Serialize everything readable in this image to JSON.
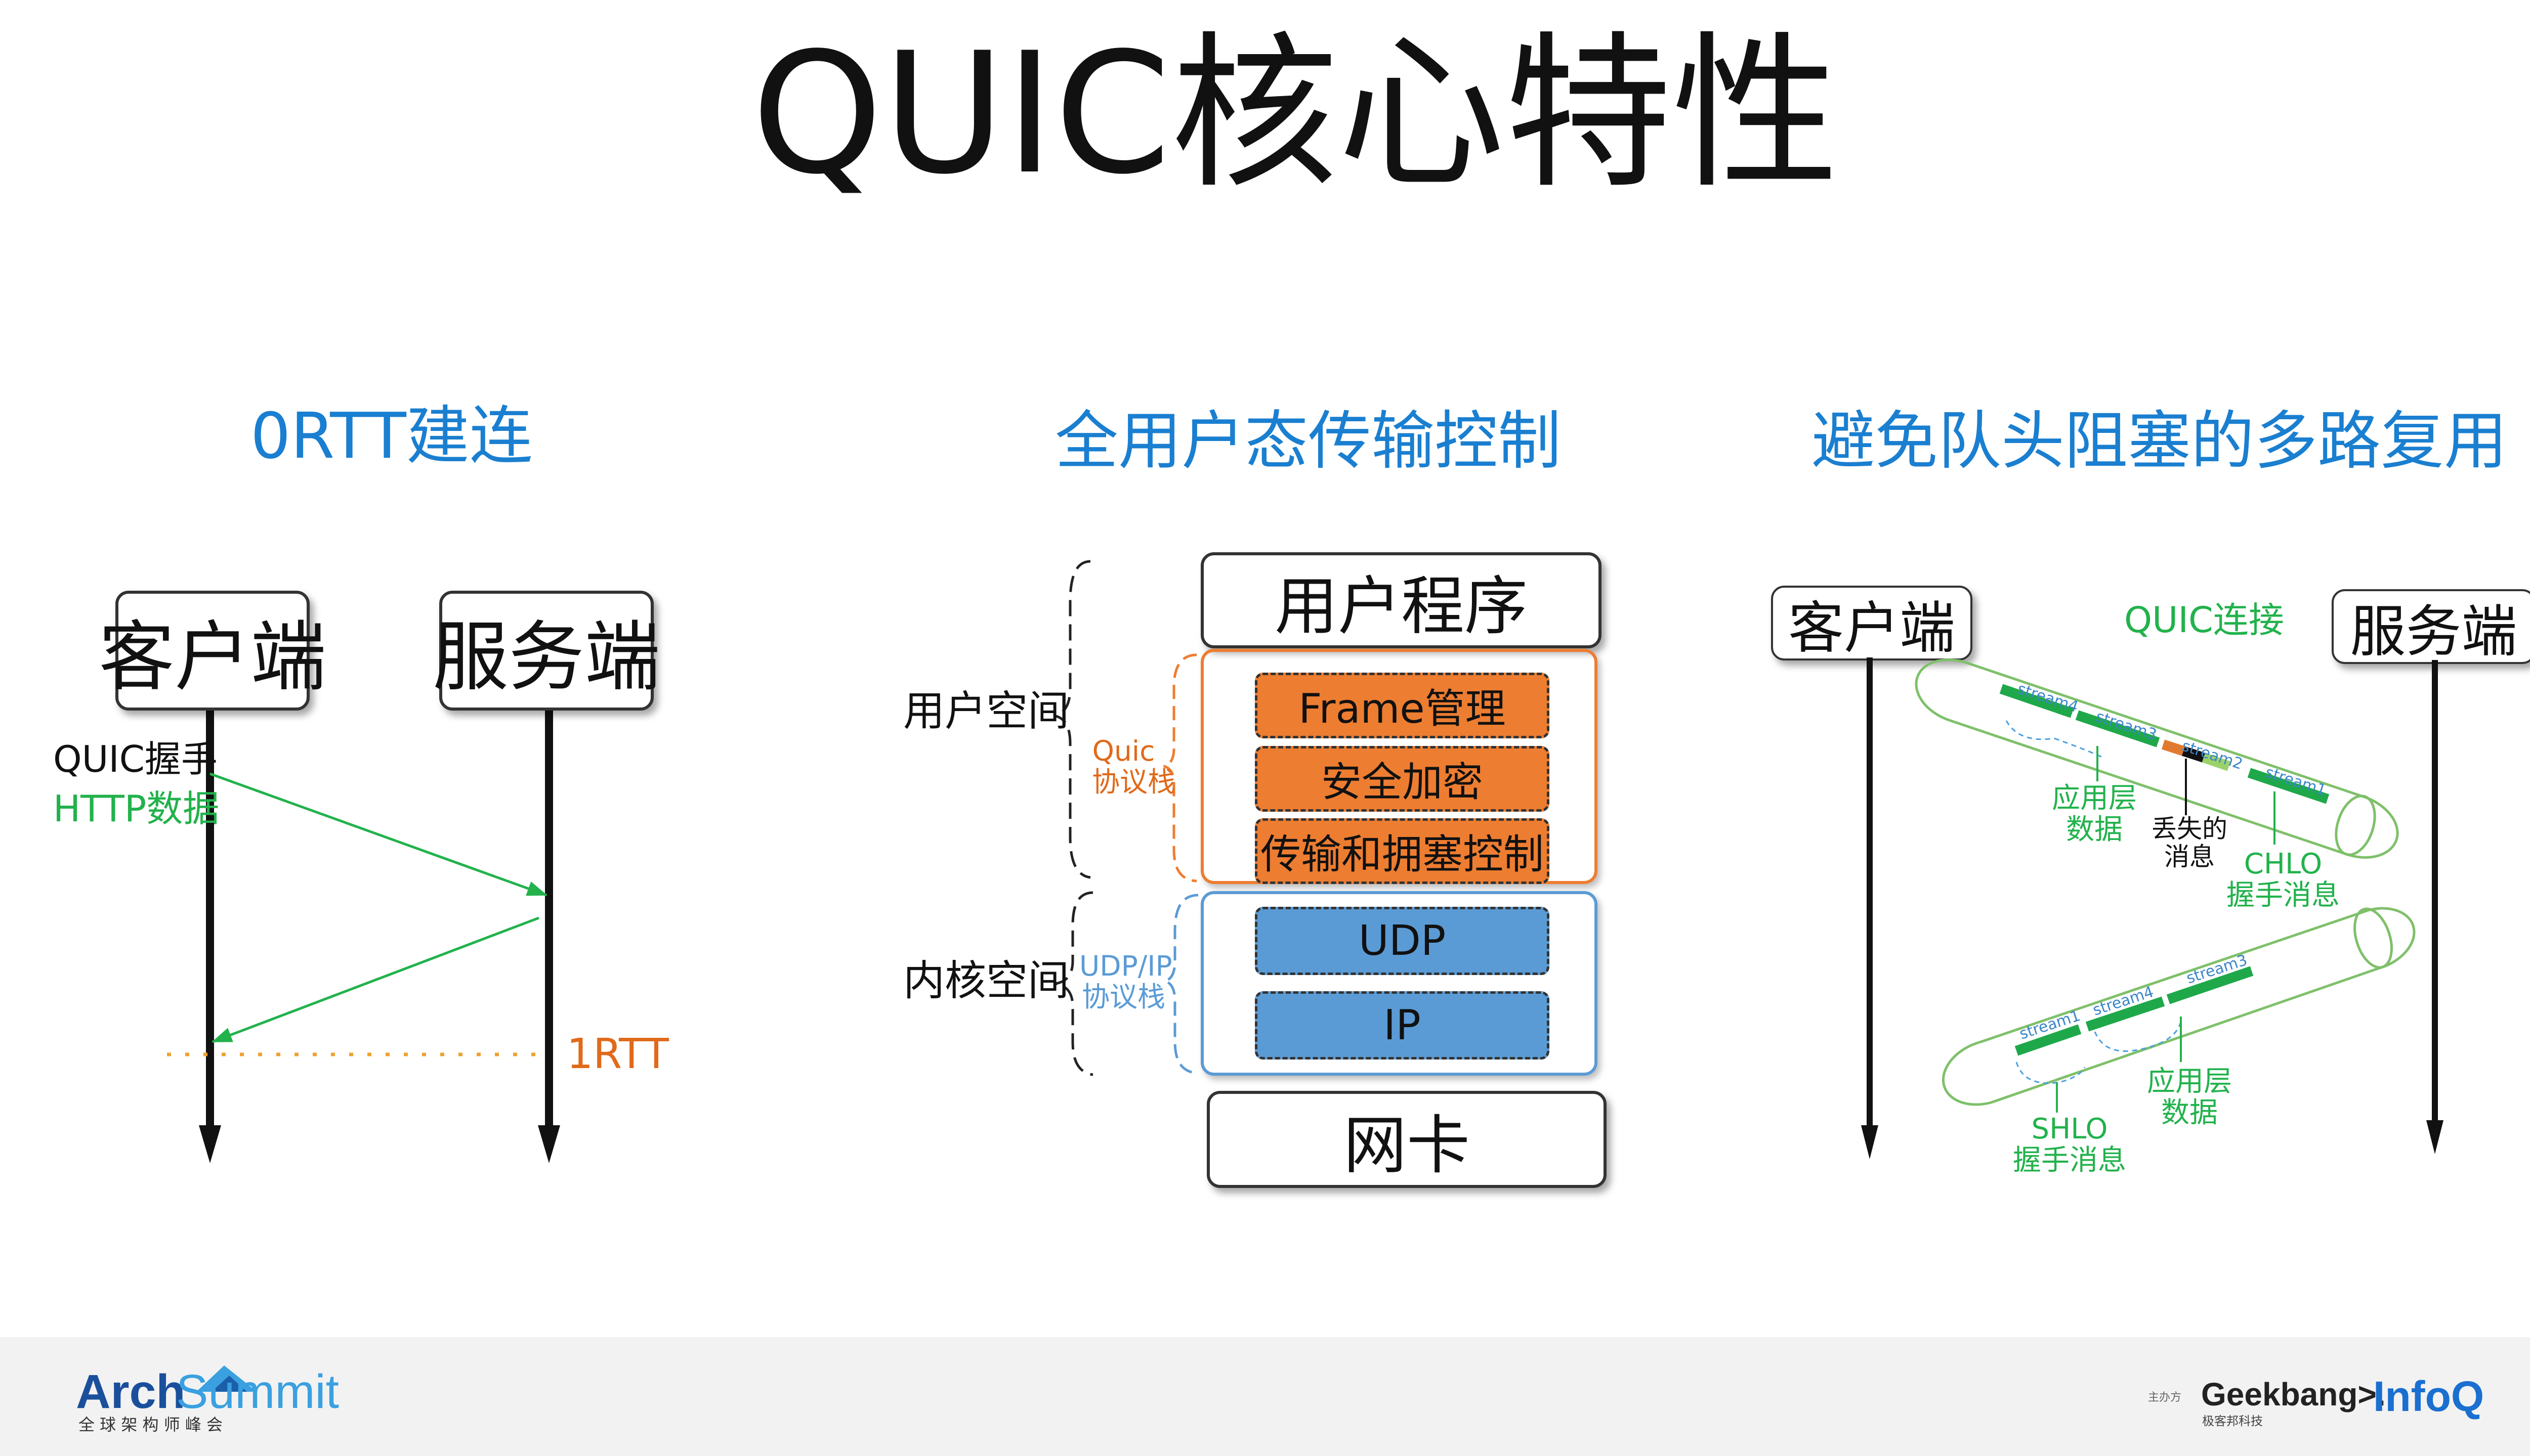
{
  "title": "QUIC核心特性",
  "sections": {
    "zero_rtt": "0RTT建连",
    "userspace": "全用户态传输控制",
    "multiplex": "避免队头阻塞的多路复用"
  },
  "panel1": {
    "client": "客户端",
    "server": "服务端",
    "msg_handshake": "QUIC握手",
    "msg_http": "HTTP数据",
    "rtt": "1RTT"
  },
  "panel2": {
    "user_program": "用户程序",
    "frame": "Frame管理",
    "crypto": "安全加密",
    "congestion": "传输和拥塞控制",
    "udp": "UDP",
    "ip": "IP",
    "nic": "网卡",
    "user_space": "用户空间",
    "kernel_space": "内核空间",
    "quic_stack_1": "Quic",
    "quic_stack_2": "协议栈",
    "udpip_stack_1": "UDP/IP",
    "udpip_stack_2": "协议栈"
  },
  "panel3": {
    "client": "客户端",
    "server": "服务端",
    "conn": "QUIC连接",
    "app_data_a_1": "应用层",
    "app_data_a_2": "数据",
    "lost_1": "丢失的",
    "lost_2": "消息",
    "chlo_1": "CHLO",
    "chlo_2": "握手消息",
    "shlo_1": "SHLO",
    "shlo_2": "握手消息",
    "app_data_b_1": "应用层",
    "app_data_b_2": "数据",
    "streams_top": [
      "stream4",
      "stream3",
      "stream2",
      "stream1"
    ],
    "streams_bottom": [
      "stream1",
      "stream4",
      "stream3"
    ]
  },
  "footer": {
    "logo_arch": "Arch",
    "logo_summit": "Summit",
    "logo_sub": "全 球 架 构 师 峰 会",
    "host_label": "主办方",
    "geek": "Geekbang>.",
    "geek_sub": "极客邦科技",
    "infoq": "InfoQ"
  },
  "colors": {
    "accent_blue": "#1a7fd0",
    "green": "#22b24c",
    "orange": "#ed7d31",
    "box_blue": "#5b9bd5"
  }
}
